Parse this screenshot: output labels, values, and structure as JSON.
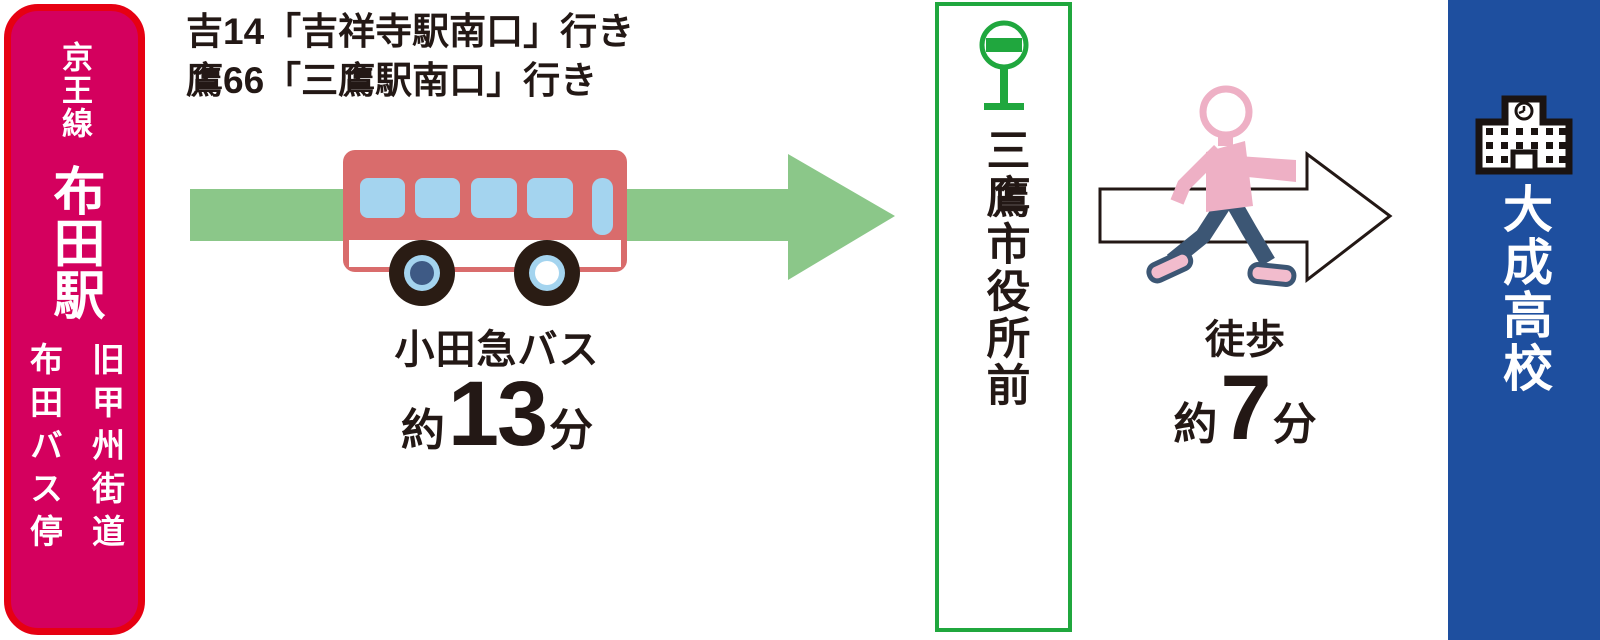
{
  "colors": {
    "origin_fill": "#d4005e",
    "origin_border": "#e60012",
    "route_arrow_green": "#8bc789",
    "bus_body_red": "#d96c6c",
    "bus_window_blue": "#a4d4ef",
    "stop_green": "#20a73e",
    "destination_blue": "#1e4f9f",
    "person_pink": "#eeb0c5",
    "person_pants_navy": "#3c5674",
    "text_black": "#231815"
  },
  "origin": {
    "railway_line": "京王線",
    "station": "布田駅",
    "note_road": "旧甲州街道",
    "note_stop": "布田バス停"
  },
  "bus_routes": {
    "route1": "吉14「吉祥寺駅南口」行き",
    "route2": "鷹66「三鷹駅南口」行き"
  },
  "bus_leg": {
    "operator": "小田急バス",
    "approx": "約",
    "minutes": "13",
    "unit": "分"
  },
  "bus_stop": {
    "name": "三鷹市役所前"
  },
  "walk_leg": {
    "label": "徒歩",
    "approx": "約",
    "minutes": "7",
    "unit": "分"
  },
  "destination": {
    "name": "大成高校"
  }
}
